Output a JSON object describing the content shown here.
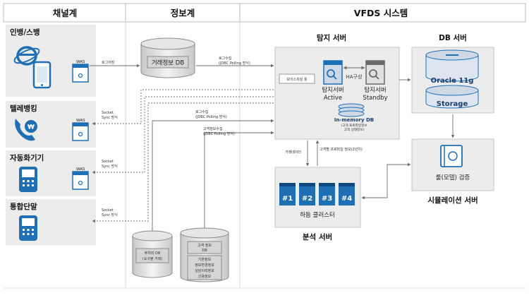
{
  "headers": {
    "channel": "채널계",
    "info": "정보계",
    "vfds": "VFDS 시스템"
  },
  "channels": {
    "internet": "인뱅/스뱅",
    "telebanking": "텔레뱅킹",
    "atm": "자동화기기",
    "terminal": "통합단말",
    "was": "WAS"
  },
  "info_systems": {
    "trade_db": "거래정보 DB",
    "post_db": [
      "후처리 DB",
      "(요구불 거래)"
    ],
    "customer_db": [
      "고객 정보",
      "DB"
    ],
    "customer_db_items": [
      "기본정보",
      "정보변경정보",
      "상담이력정보",
      "신용정보"
    ]
  },
  "detection": {
    "title": "탐지 서버",
    "voice_phishing": "보이스피싱 툴",
    "active": [
      "탐지서버",
      "Active"
    ],
    "standby": [
      "탐지서버",
      "Standby"
    ],
    "ha": "HA구성",
    "inmemory_title": "In-memory DB",
    "inmemory_lines": [
      "(고객 프로파일정보",
      "고객 상태정보)"
    ]
  },
  "db_server": {
    "title": "DB 서버",
    "oracle": "Oracle 11g",
    "storage": "Storage"
  },
  "analysis": {
    "title": "분석 서버",
    "nodes": [
      "#1",
      "#2",
      "#3",
      "#4"
    ],
    "cluster": "하둡 클러스터"
  },
  "simulation": {
    "title": "시뮬레이션 서버",
    "rule": "룰(모델) 검증"
  },
  "flows": {
    "log_store": "로그저장",
    "log_collect": [
      "로그수집",
      "(JDBC Polling 방식)"
    ],
    "socket_sync": [
      "Socket",
      "Sync 방식"
    ],
    "log_collect2": [
      "로그수집",
      "(JDBC Polling 방식)"
    ],
    "customer_collect": [
      "고객정보수집",
      "(JDBC Polling 방식)"
    ],
    "trade_data": "거래데이터",
    "profile_info": "고객별 프로파일 정보(2년치)"
  },
  "colors": {
    "panel": "#ececec",
    "accent": "#1f6fb5",
    "server": "#cfd9e5",
    "line": "#808080"
  }
}
